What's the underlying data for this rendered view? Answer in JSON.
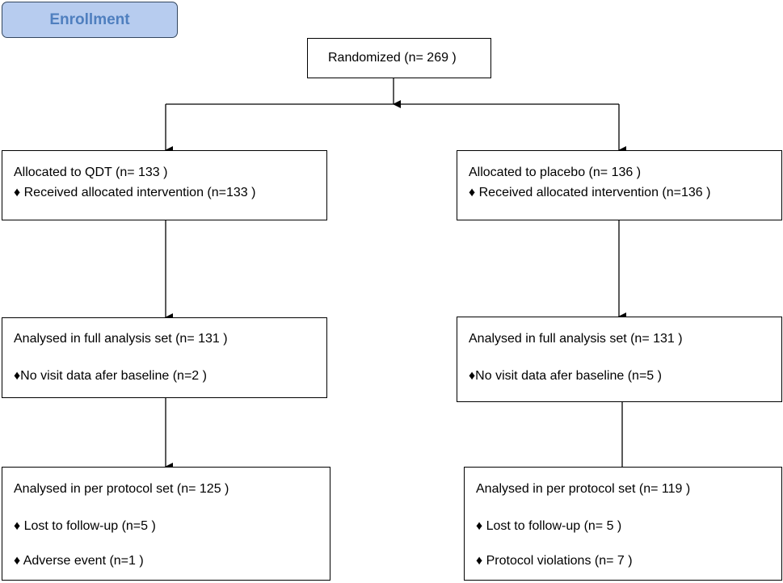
{
  "enrollment_label": "Enrollment",
  "randomized": {
    "text": "Randomized (n= 269 )"
  },
  "left": {
    "allocated": {
      "title": "Allocated to QDT (n= 133 )",
      "bullets": [
        "♦ Received allocated intervention (n=133  )"
      ]
    },
    "fas": {
      "title": "Analysed in full analysis set (n= 131 )",
      "bullets": [
        "♦No visit data afer baseline  (n=2  )"
      ]
    },
    "pps": {
      "title": "Analysed in per protocol set (n= 125 )",
      "bullets": [
        "♦  Lost to follow-up  (n=5  )",
        "♦  Adverse event  (n=1  )"
      ]
    }
  },
  "right": {
    "allocated": {
      "title": "Allocated to placebo (n= 136 )",
      "bullets": [
        "♦ Received allocated intervention (n=136  )"
      ]
    },
    "fas": {
      "title": "Analysed in full analysis set (n= 131 )",
      "bullets": [
        "♦No visit data afer baseline  (n=5  )"
      ]
    },
    "pps": {
      "title": "Analysed in per protocol set (n= 119 )",
      "bullets": [
        "♦  Lost to follow-up  (n= 5 )",
        "♦  Protocol violations  (n= 7 )"
      ]
    }
  }
}
